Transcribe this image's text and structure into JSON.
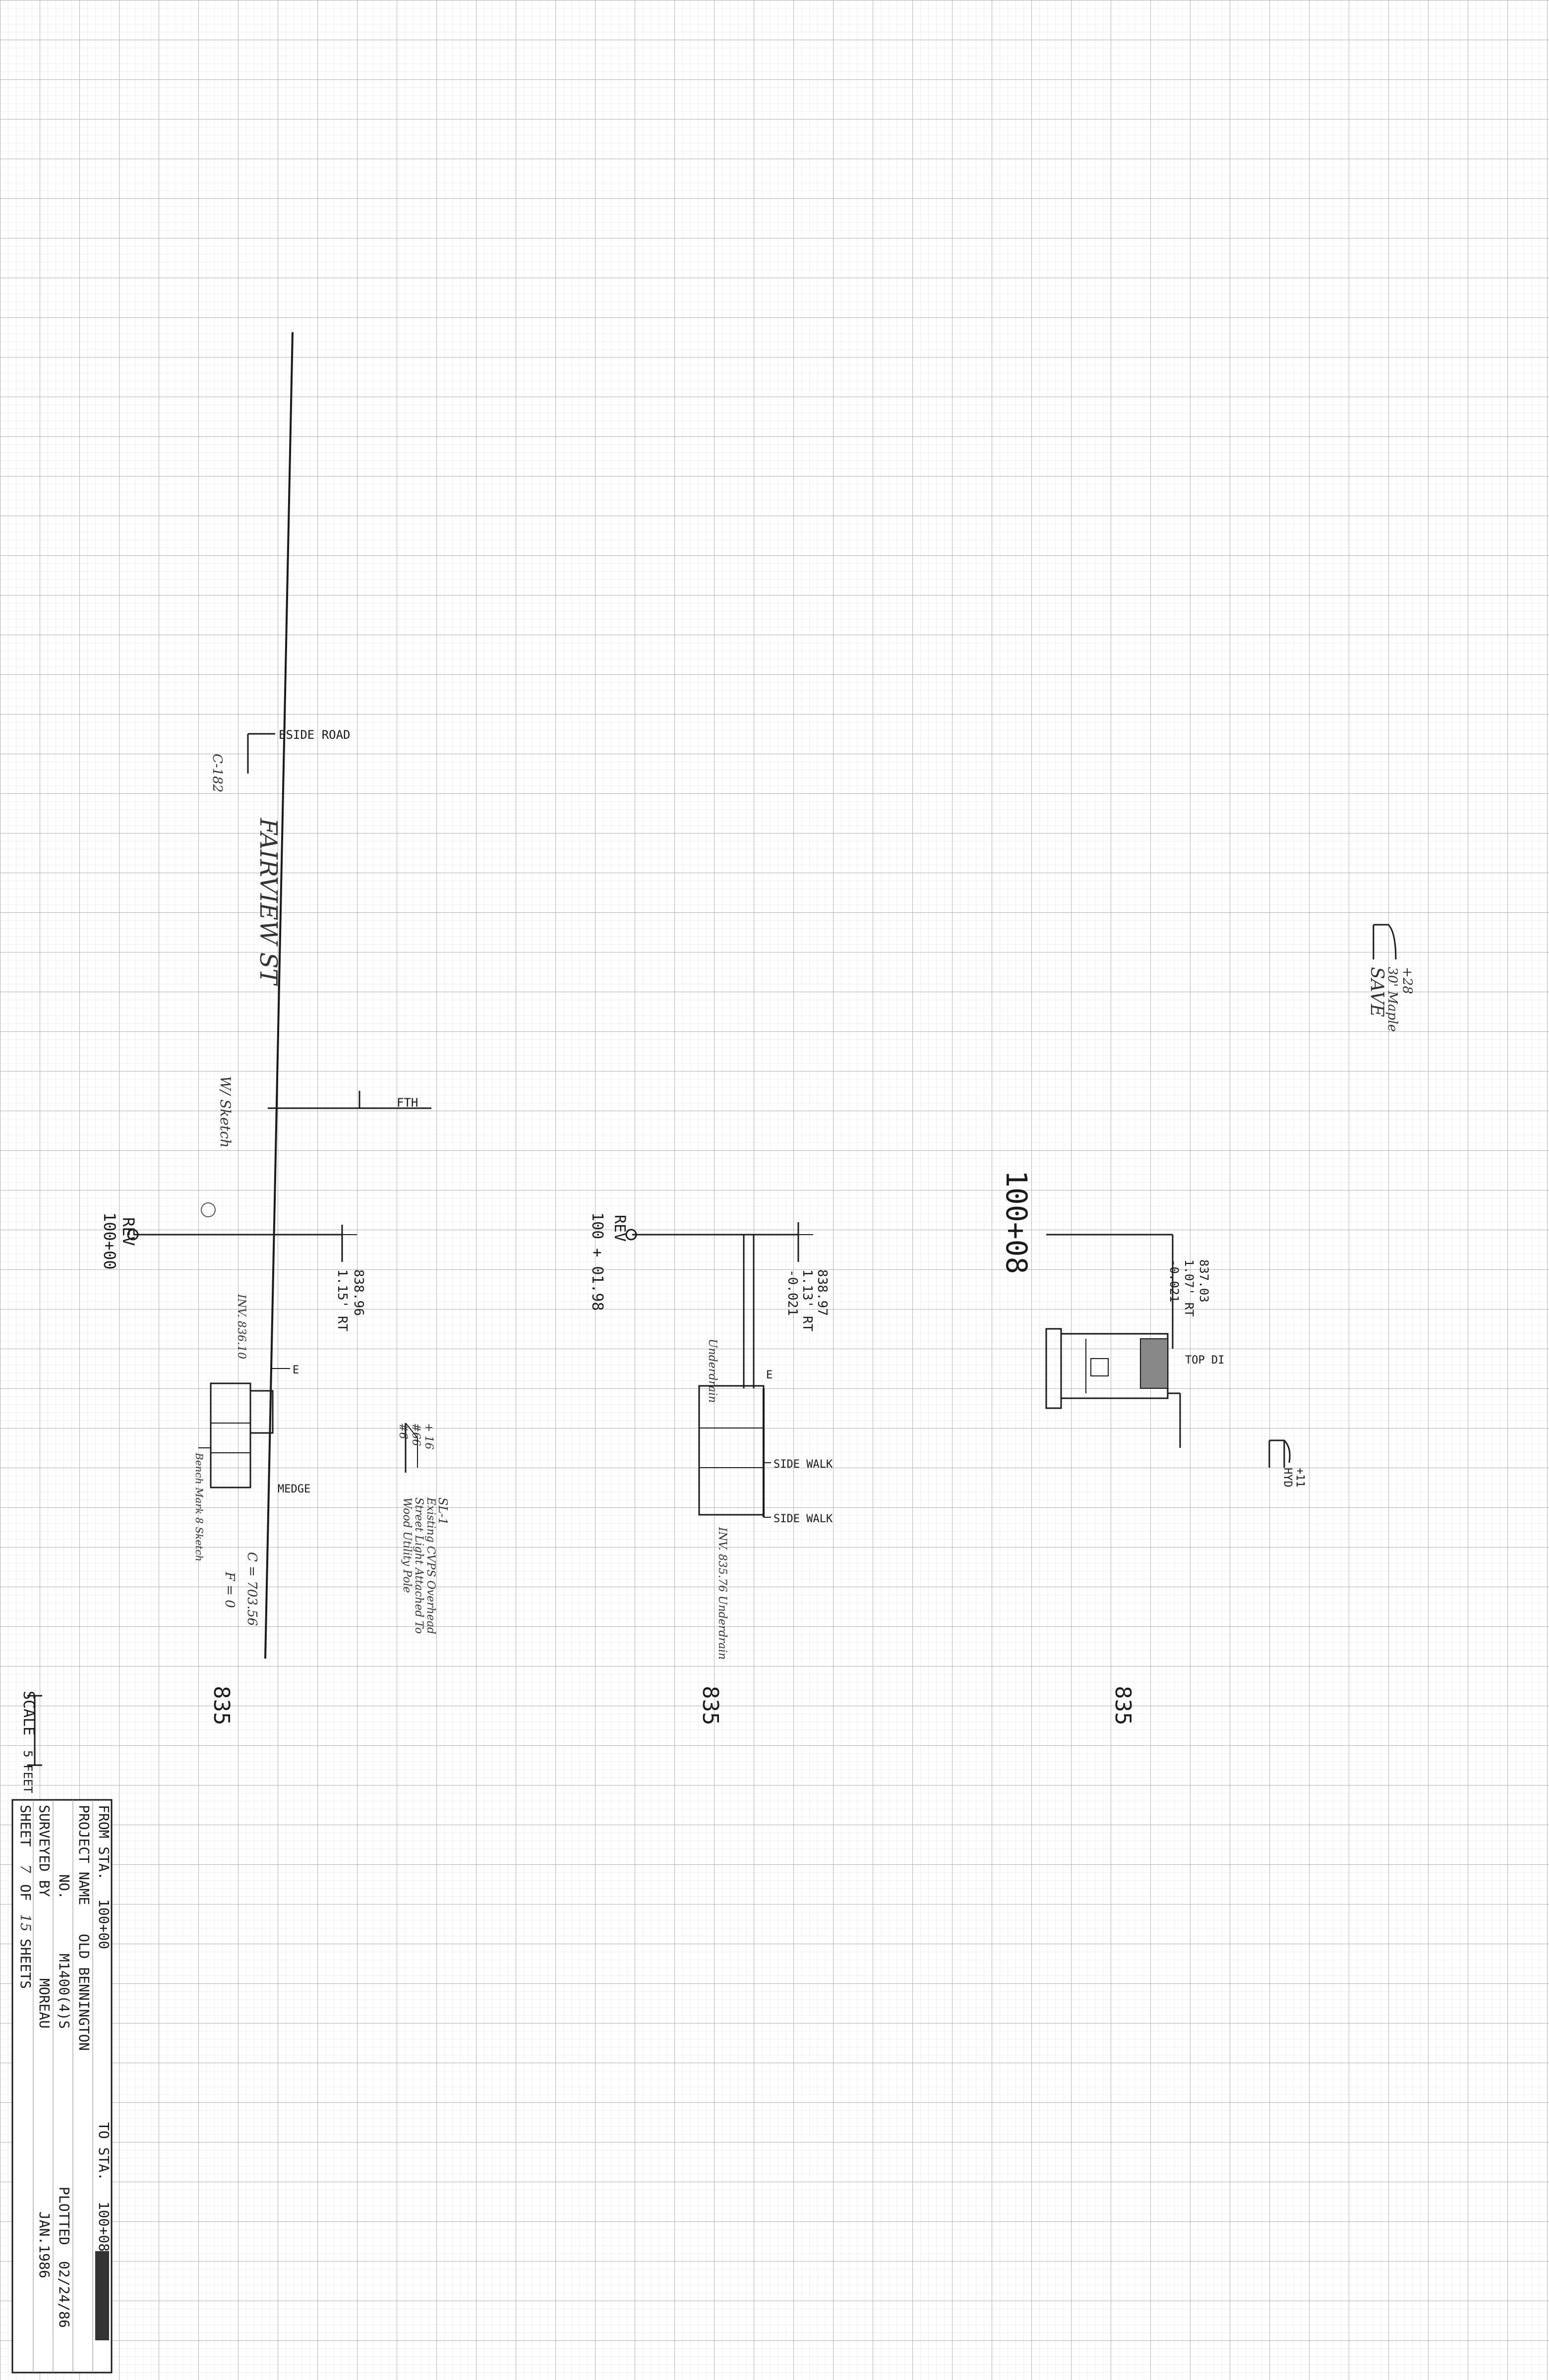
{
  "sheet": {
    "grid_color": "#c9c9c9",
    "ink_color": "#1a1a1a",
    "paper_color": "#ffffff"
  },
  "section_1": {
    "rev_label": "REV",
    "station": "100+00",
    "road_label": "ESIDE ROAD",
    "street_name": "FAIRVIEW ST",
    "elevation_note": "838.96",
    "offset_note": "1.15' RT",
    "fth_label": "FTH",
    "edge_label": "E",
    "medge_label": "MEDGE",
    "hand_note_1": "C-182",
    "hand_note_2": "W/ Sketch",
    "hand_note_3": "INV. 836.10",
    "hand_note_4": "Bench Mark 8 Sketch",
    "hand_note_5": "C = 703.56",
    "hand_note_6": "F = 0",
    "contour": "835"
  },
  "section_2": {
    "rev_label": "REV",
    "station": "100 + 01.98",
    "elevation_note": "838.97",
    "offset_note": "1.13' RT",
    "slope_note": "-0.021",
    "edge_label": "E",
    "sidewalk_label_1": "SIDE WALK",
    "sidewalk_label_2": "SIDE WALK",
    "hand_note_1": "INV. 835.76 Underdrain",
    "hand_note_2": "Underdrain",
    "contour": "835"
  },
  "section_3": {
    "station": "100+08",
    "elevation_note": "837.03",
    "offset_note": "1.07' RT",
    "slope_note": "-0.021",
    "top_label": "TOP DI",
    "tree_note_top_1": "+28",
    "tree_note_top_2": "30' Maple",
    "tree_note_top_3": "SAVE",
    "tree_note_bottom_1": "+11",
    "tree_note_bottom_2": "HYD",
    "contour": "835"
  },
  "sign_note": {
    "line_1": "+ 16",
    "line_2": "#66",
    "line_3": "#6",
    "line_4": "SL-1",
    "line_5": "Existing CVPS Overhead",
    "line_6": "Street Light Attached To",
    "line_7": "Wood Utility Pole"
  },
  "scale": {
    "label": "SCALE",
    "unit": "5 FEET"
  },
  "title_block": {
    "from_sta": "FROM STA.",
    "from_val": "100+00",
    "to_sta": "TO STA.",
    "to_val": "100+08",
    "project_name_label": "PROJECT NAME",
    "project_name": "OLD BENNINGTON",
    "no_label": "NO.",
    "project_no": "M1400(4)S",
    "surveyed_label": "SURVEYED BY",
    "surveyor": "MOREAU",
    "date": "JAN.1986",
    "plotted_label": "PLOTTED",
    "plotted_date": "02/24/86",
    "sheet_label": "SHEET",
    "sheet_num": "7",
    "of_label": "OF",
    "sheets_total": "15",
    "sheets_label": "SHEETS"
  }
}
